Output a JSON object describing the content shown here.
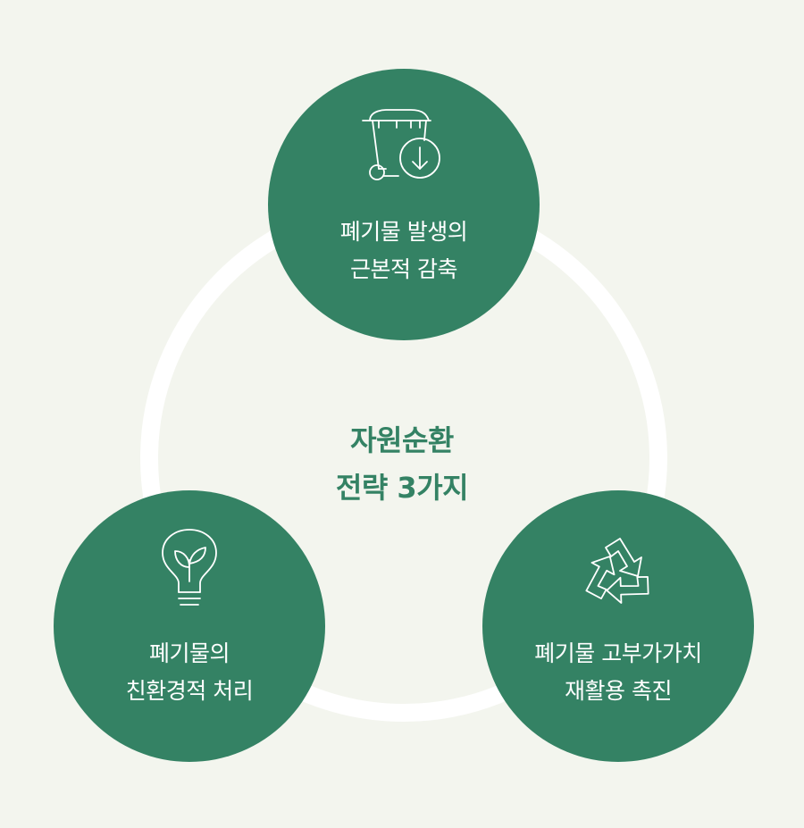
{
  "center_title": [
    "자원순환",
    "전략 3가지"
  ],
  "strategies": [
    {
      "icon": "waste-bin-down-arrow-icon",
      "lines": [
        "폐기물 발생의",
        "근본적 감축"
      ]
    },
    {
      "icon": "lightbulb-leaf-icon",
      "lines": [
        "폐기물의",
        "친환경적 처리"
      ]
    },
    {
      "icon": "recycle-arrows-icon",
      "lines": [
        "폐기물 고부가가치",
        "재활용 촉진"
      ]
    }
  ],
  "colors": {
    "background": "#f3f5ee",
    "circle_fill": "#348264",
    "ring": "#ffffff",
    "title_text": "#348264"
  }
}
